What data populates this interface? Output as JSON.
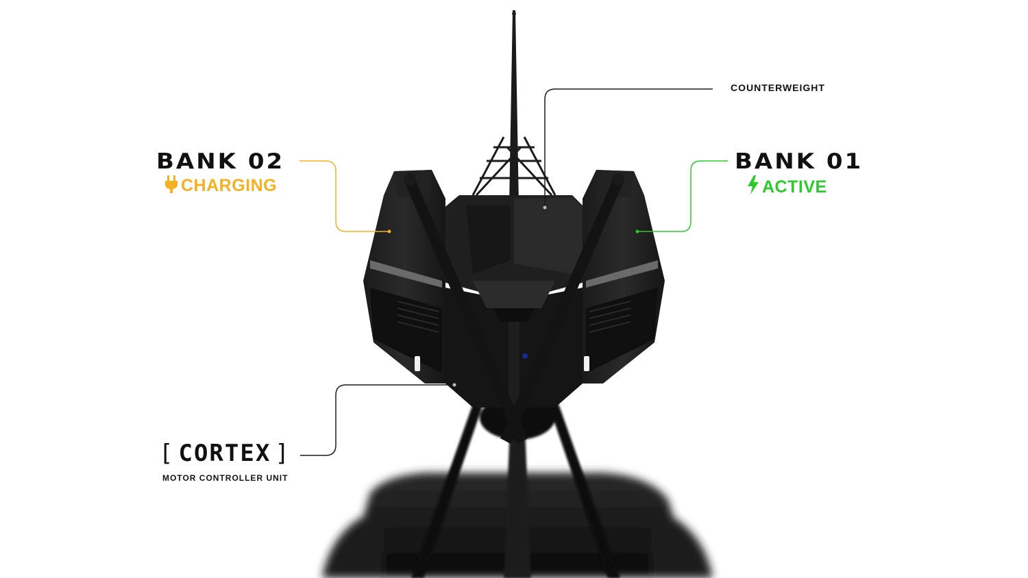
{
  "labels": {
    "counterweight": "COUNTERWEIGHT",
    "bank02": {
      "title": "BANK 02",
      "status": "CHARGING",
      "status_icon": "plug-icon",
      "color": "#F5B122"
    },
    "bank01": {
      "title": "BANK 01",
      "status": "ACTIVE",
      "status_icon": "lightning-bolt-icon",
      "color": "#2CCB2C"
    },
    "cortex": {
      "title": "CORTEX",
      "bracket_open": "[",
      "bracket_close": "]",
      "subtitle": "MOTOR CONTROLLER UNIT"
    }
  },
  "colors": {
    "background": "#FFFFFF",
    "device": "#141414",
    "leader_line_dark": "#1A1A1A"
  }
}
